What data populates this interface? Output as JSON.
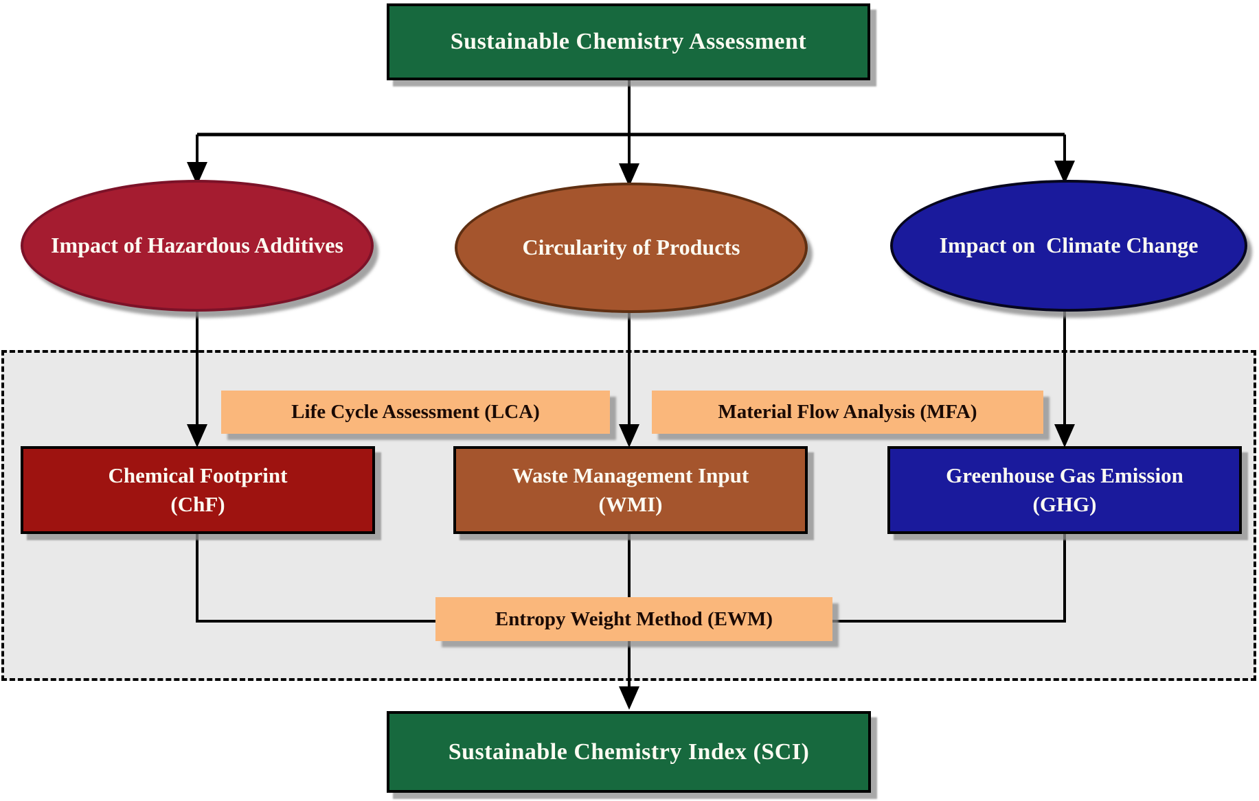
{
  "flowchart": {
    "root": {
      "label": "Sustainable Chemistry Assessment"
    },
    "branches": [
      {
        "id": "hazardous-additives",
        "label": "Impact of Hazardous Additives",
        "color": "#A51C30"
      },
      {
        "id": "circularity",
        "label": "Circularity of Products",
        "color": "#A5552D"
      },
      {
        "id": "climate-change",
        "label": "Impact on  Climate Change",
        "color": "#1A1A9C"
      }
    ],
    "methods": [
      {
        "id": "lca",
        "label": "Life Cycle Assessment (LCA)"
      },
      {
        "id": "mfa",
        "label": "Material Flow Analysis (MFA)"
      },
      {
        "id": "ewm",
        "label": "Entropy Weight Method (EWM)"
      }
    ],
    "indicators": [
      {
        "id": "chf",
        "name": "Chemical Footprint",
        "abbr": "(ChF)",
        "color": "#9E1310"
      },
      {
        "id": "wmi",
        "name": "Waste Management Input",
        "abbr": "(WMI)",
        "color": "#A5552D"
      },
      {
        "id": "ghg",
        "name": "Greenhouse Gas Emission",
        "abbr": "(GHG)",
        "color": "#1A1A9C"
      }
    ],
    "result": {
      "label": "Sustainable Chemistry Index (SCI)"
    }
  },
  "colors": {
    "root_green": "#17693E",
    "method_orange": "#FAB77B",
    "panel_gray": "#E9E9E9",
    "connector_black": "#000000",
    "text_light": "#FCFBF2",
    "text_dark": "#1A0A05"
  }
}
